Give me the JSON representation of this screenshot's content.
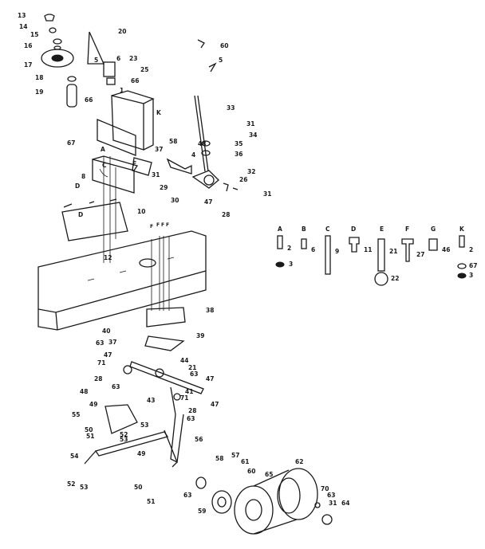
{
  "diagram": {
    "main_callouts": [
      "13",
      "14",
      "15",
      "16",
      "17",
      "18",
      "19",
      "20",
      "5",
      "6",
      "23",
      "25",
      "66",
      "66",
      "1",
      "K",
      "67",
      "A",
      "58",
      "F",
      "8",
      "C",
      "D",
      "D",
      "10",
      "12",
      "60",
      "5",
      "33",
      "31",
      "34",
      "48",
      "35",
      "36",
      "4",
      "37",
      "32",
      "31",
      "29",
      "26",
      "30",
      "47",
      "31",
      "28",
      "38",
      "40",
      "39",
      "37",
      "47",
      "71",
      "28",
      "63",
      "63",
      "44",
      "21",
      "63",
      "47",
      "43",
      "41",
      "71",
      "47",
      "28",
      "63",
      "48",
      "49",
      "55",
      "50",
      "51",
      "52",
      "53",
      "53",
      "54",
      "52",
      "53",
      "49",
      "50",
      "51",
      "56",
      "58",
      "57",
      "61",
      "60",
      "65",
      "62",
      "70",
      "63",
      "31",
      "64",
      "59",
      "63"
    ],
    "hardware_key": [
      {
        "letter": "A",
        "numbers": [
          "2",
          "3"
        ]
      },
      {
        "letter": "B",
        "numbers": [
          "6"
        ]
      },
      {
        "letter": "C",
        "numbers": [
          "9"
        ]
      },
      {
        "letter": "D",
        "numbers": [
          "11"
        ]
      },
      {
        "letter": "E",
        "numbers": [
          "21",
          "22"
        ]
      },
      {
        "letter": "F",
        "numbers": [
          "27"
        ]
      },
      {
        "letter": "G",
        "numbers": [
          "46"
        ]
      },
      {
        "letter": "K",
        "numbers": [
          "2",
          "67",
          "3"
        ]
      }
    ],
    "frame_letters": [
      "F",
      "F",
      "F",
      "F"
    ]
  }
}
